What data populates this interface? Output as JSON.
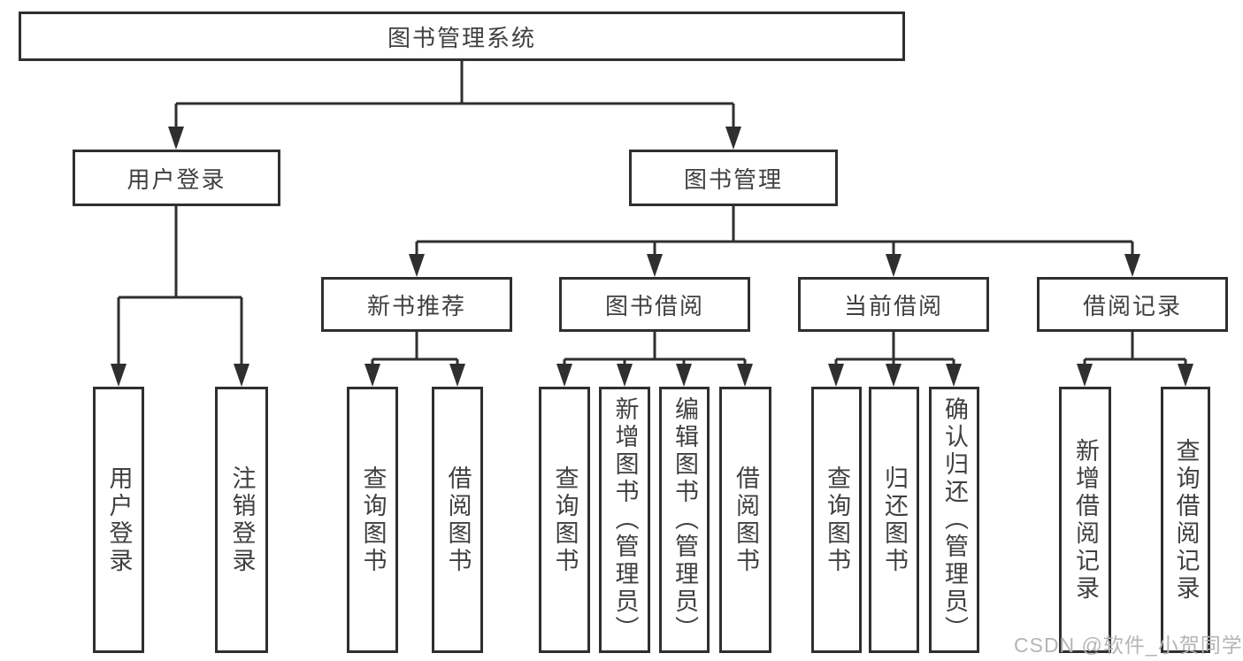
{
  "diagram": {
    "root": {
      "label": "图书管理系统"
    },
    "level2": [
      {
        "label": "用户登录",
        "leaves": [
          {
            "label": "用户登录"
          },
          {
            "label": "注销登录"
          }
        ]
      },
      {
        "label": "图书管理",
        "groups": [
          {
            "label": "新书推荐",
            "leaves": [
              {
                "label": "查询图书"
              },
              {
                "label": "借阅图书"
              }
            ]
          },
          {
            "label": "图书借阅",
            "leaves": [
              {
                "label": "查询图书"
              },
              {
                "label": "新增图书（管理员）"
              },
              {
                "label": "编辑图书（管理员）"
              },
              {
                "label": "借阅图书"
              }
            ]
          },
          {
            "label": "当前借阅",
            "leaves": [
              {
                "label": "查询图书"
              },
              {
                "label": "归还图书"
              },
              {
                "label": "确认归还（管理员）"
              }
            ]
          },
          {
            "label": "借阅记录",
            "leaves": [
              {
                "label": "新增借阅记录"
              },
              {
                "label": "查询借阅记录"
              }
            ]
          }
        ]
      }
    ]
  },
  "watermark": {
    "text": "CSDN @软件_小贺同学"
  },
  "colors": {
    "line": "#2f2f2f",
    "text": "#404040",
    "box_fill": "#ffffff",
    "background": "#ffffff",
    "watermark": "#b5b5b5"
  }
}
